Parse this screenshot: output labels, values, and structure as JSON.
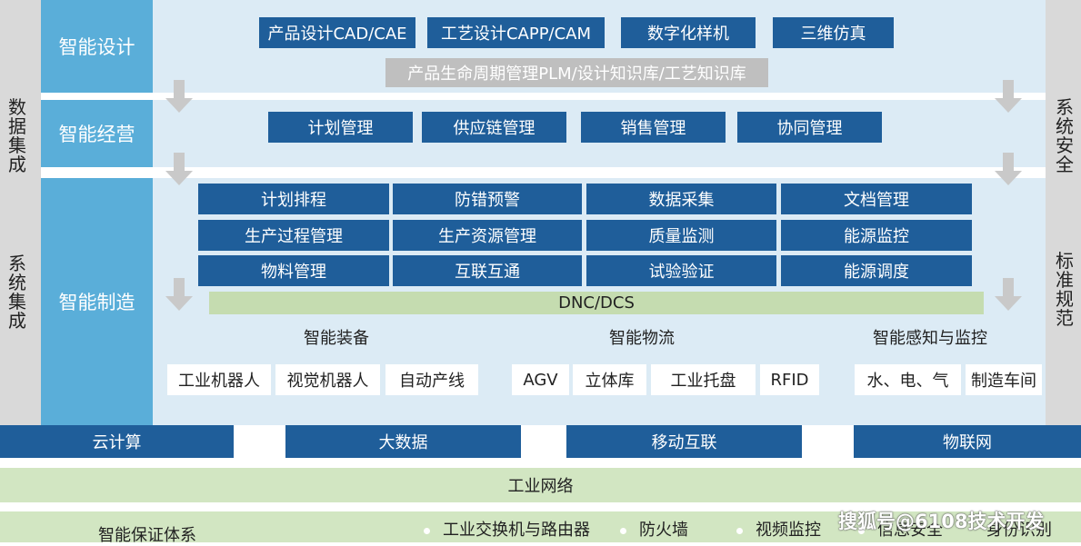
{
  "left_side": [
    "数据集成",
    "系统集成"
  ],
  "right_side": [
    "系统安全",
    "标准规范"
  ],
  "design": {
    "label": "智能设计",
    "boxes": [
      "产品设计CAD/CAE",
      "工艺设计CAPP/CAM",
      "数字化样机",
      "三维仿真"
    ],
    "plm": "产品生命周期管理PLM/设计知识库/工艺知识库"
  },
  "operation": {
    "label": "智能经营",
    "boxes": [
      "计划管理",
      "供应链管理",
      "销售管理",
      "协同管理"
    ]
  },
  "manufacturing": {
    "label": "智能制造",
    "grid": [
      [
        "计划排程",
        "防错预警",
        "数据采集",
        "文档管理"
      ],
      [
        "生产过程管理",
        "生产资源管理",
        "质量监测",
        "能源监控"
      ],
      [
        "物料管理",
        "互联互通",
        "试验验证",
        "能源调度"
      ]
    ],
    "dnc": "DNC/DCS",
    "groups": [
      {
        "title": "智能装备",
        "items": [
          "工业机器人",
          "视觉机器人",
          "自动产线"
        ]
      },
      {
        "title": "智能物流",
        "items": [
          "AGV",
          "立体库",
          "工业托盘",
          "RFID"
        ]
      },
      {
        "title": "智能感知与监控",
        "items": [
          "水、电、气",
          "制造车间"
        ]
      }
    ]
  },
  "infrastructure": [
    "云计算",
    "大数据",
    "移动互联",
    "物联网"
  ],
  "network": "工业网络",
  "assurance": {
    "label": "智能保证体系",
    "items": [
      "工业交换机与路由器",
      "防火墙",
      "视频监控",
      "信息安全",
      "身份识别"
    ]
  },
  "watermark": "搜狐号@6108技术开发",
  "colors": {
    "dark_blue": "#1f5e9a",
    "light_blue": "#5aaed9",
    "panel_blue": "#dcebf5",
    "green": "#c5dcb0",
    "gray": "#d9d9d9"
  }
}
